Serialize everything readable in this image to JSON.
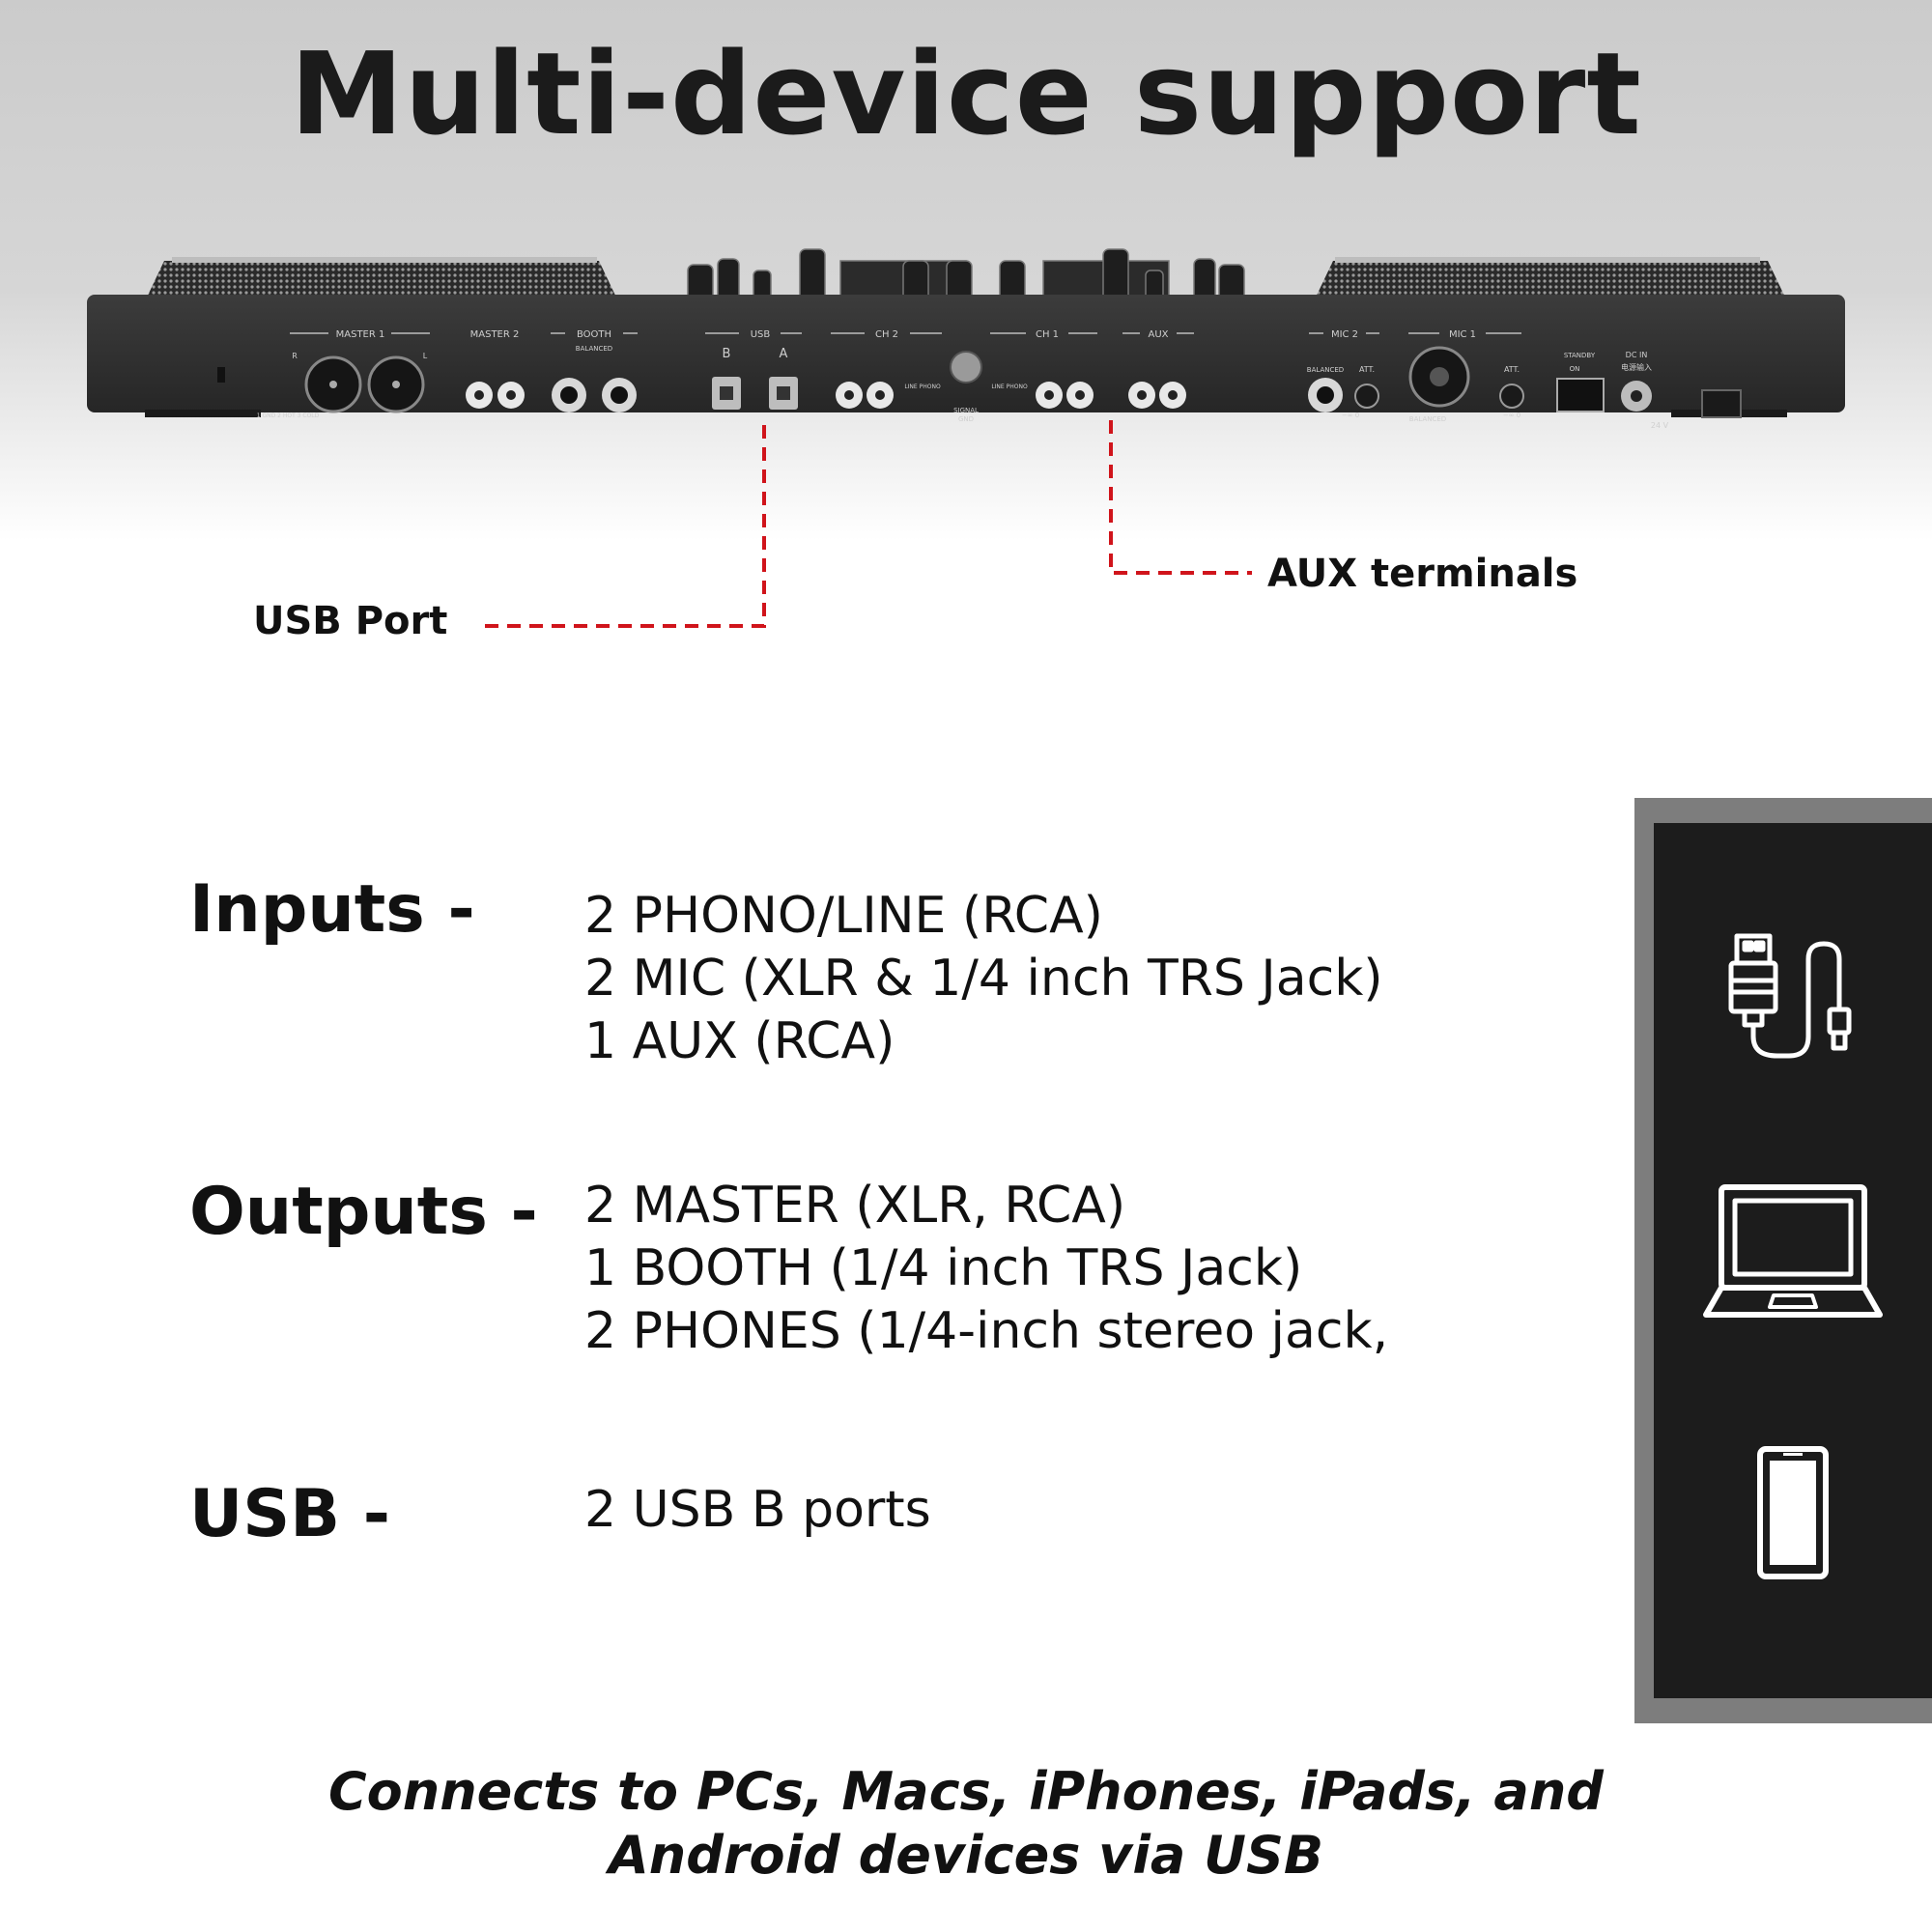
{
  "header": {
    "title": "Multi-device support"
  },
  "device": {
    "labels": {
      "master1": "MASTER 1",
      "master2": "MASTER 2",
      "booth": "BOOTH",
      "balanced": "BALANCED",
      "usb": "USB",
      "usb_b": "B",
      "usb_a": "A",
      "ch2": "CH 2",
      "ch1": "CH 1",
      "aux": "AUX",
      "mic2": "MIC 2",
      "mic1": "MIC 1",
      "att": "ATT.",
      "standby": "STANDBY",
      "on": "ON",
      "dc_in": "DC IN",
      "dc_cn": "电源输入",
      "volt": "24 V",
      "signal": "SIGNAL",
      "gnd": "GND",
      "line_phono": "LINE PHONO",
      "r": "R",
      "l": "L",
      "min_zero": "−∞   0",
      "pin_map": "1 GND  2 HOT  3 COLD"
    }
  },
  "callouts": {
    "usb_port": "USB Port",
    "aux_terminals": "AUX terminals"
  },
  "specs": [
    {
      "heading": "Inputs -",
      "lines": [
        "2 PHONO/LINE (RCA)",
        "2 MIC (XLR & 1/4 inch TRS Jack)",
        "1 AUX (RCA)"
      ]
    },
    {
      "heading": "Outputs -",
      "lines": [
        "2 MASTER (XLR, RCA)",
        "1 BOOTH (1/4 inch TRS Jack)",
        "2 PHONES (1/4-inch stereo jack,"
      ]
    },
    {
      "heading": "USB  -",
      "lines": [
        "2 USB B ports"
      ]
    }
  ],
  "device_panel": {
    "icons": [
      "usb-cable-icon",
      "laptop-icon",
      "smartphone-icon"
    ]
  },
  "footer": {
    "line1": "Connects to PCs, Macs, iPhones, iPads, and",
    "line2": "Android devices via USB"
  },
  "colors": {
    "accent_red": "#d0141b",
    "panel_dark": "#1c1c1c",
    "panel_frame": "#7d7d7d"
  }
}
